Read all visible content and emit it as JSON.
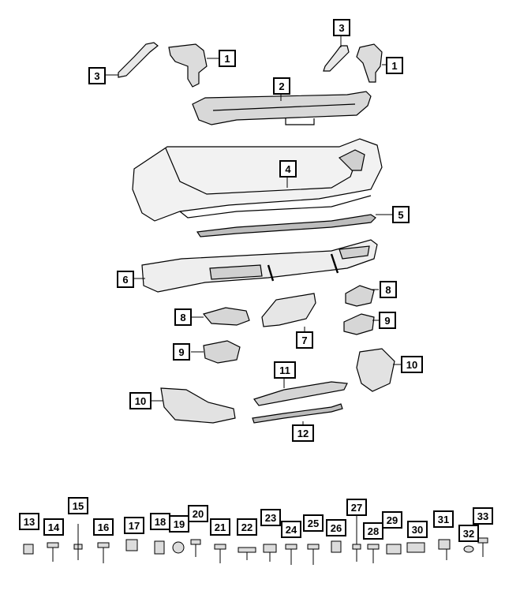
{
  "diagram": {
    "callouts": {
      "c1a": "1",
      "c1b": "1",
      "c2": "2",
      "c3a": "3",
      "c3b": "3",
      "c4": "4",
      "c5": "5",
      "c6": "6",
      "c7": "7",
      "c8a": "8",
      "c8b": "8",
      "c9a": "9",
      "c9b": "9",
      "c10a": "10",
      "c10b": "10",
      "c11": "11",
      "c12": "12"
    },
    "fasteners": [
      "13",
      "14",
      "15",
      "16",
      "17",
      "18",
      "19",
      "20",
      "21",
      "22",
      "23",
      "24",
      "25",
      "26",
      "27",
      "28",
      "29",
      "30",
      "31",
      "32",
      "33"
    ]
  }
}
